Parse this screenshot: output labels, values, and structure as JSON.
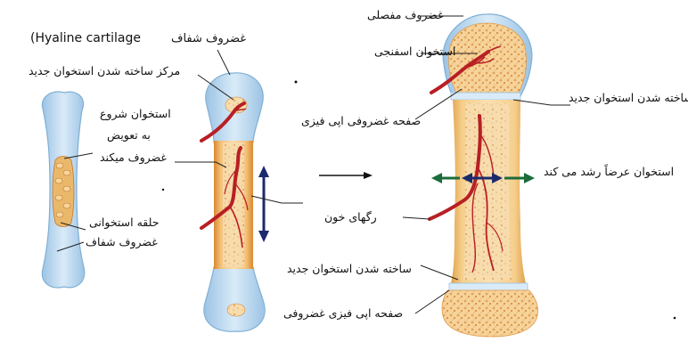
{
  "labels": {
    "hyaline_cartilage_title": "غضروف شفاف",
    "hyaline_cartilage_en": "(Hyaline cartilage",
    "ossification_center": "مرکز ساخته شدن استخوان جدید",
    "bone_starting_replace": "استخوان شروع",
    "bone_starting_replace_2": "به تعویض",
    "calcified_cartilage": "غضروف میکند",
    "bone_collar": "حلقه استخوانی",
    "hyaline_cartilage": "غضروف شفاف",
    "articular_cartilage": "غضروف مفصلی",
    "spongy_bone": "استخوان اسفنجی",
    "new_bone_forming_right": "ساخته شدن استخوان جدید",
    "epiphyseal_plate_top": "صفحه غضروفی اپی فیزی",
    "bone_width_growth": "استخوان عرضاً رشد می کند",
    "blood_vessels": "رگهای خون",
    "new_bone_forming_bottom": "ساخته شدن استخوان جدید",
    "epiphyseal_plate_bottom": "صفحه اپی فیزی غضروفی"
  },
  "colors": {
    "cartilage_blue": "#c7dff3",
    "cartilage_edge": "#7fb0d6",
    "bone_tan": "#f3c98a",
    "bone_orange": "#e8a24f",
    "bone_dark": "#c9772a",
    "vessel_red": "#b81f24",
    "arrow_navy": "#1b2a6b",
    "arrow_green": "#1c6b3a"
  }
}
